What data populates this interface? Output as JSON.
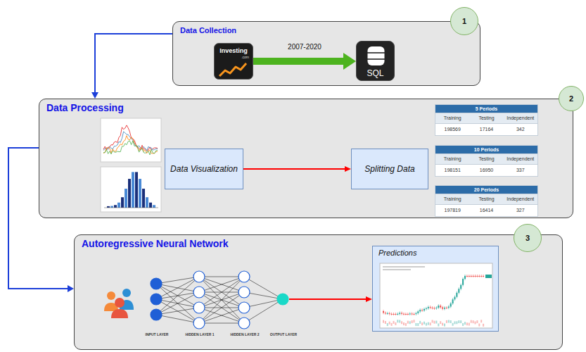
{
  "diagram": {
    "nodes": [
      {
        "text": [
          "Data Collection"
        ]
      },
      {
        "text": [
          "1"
        ]
      },
      {
        "text": [
          "Investing",
          ".com"
        ],
        "in": 0
      },
      {
        "text": [
          "SQL"
        ],
        "in": 0
      },
      {
        "text": [
          "Data Processing"
        ]
      },
      {
        "text": [
          "2"
        ]
      },
      {
        "text": [
          "Data Visualization"
        ],
        "in": 4
      },
      {
        "text": [
          "Splitting Data"
        ],
        "in": 4
      },
      {
        "text": [
          "Autoregressive Neural Network"
        ]
      },
      {
        "text": [
          "3"
        ]
      },
      {
        "text": [
          "Predictions"
        ],
        "in": 8
      }
    ],
    "edges": [
      {
        "from": 2,
        "to": 3,
        "arrow": "to",
        "label": "2007-2020"
      },
      {
        "from": 0,
        "to": 4,
        "arrow": "to"
      },
      {
        "from": 4,
        "to": 8,
        "arrow": "to"
      },
      {
        "from": 6,
        "to": 7,
        "arrow": "to"
      }
    ],
    "labels": [
      "5 Periods",
      "Training",
      "Testing",
      "Independent",
      "198569",
      "17164",
      "342",
      "10 Periods",
      "Training",
      "Testing",
      "Independent",
      "198151",
      "16950",
      "337",
      "20 Periods",
      "Training",
      "Testing",
      "Independent",
      "197819",
      "16414",
      "327",
      "INPUT LAYER",
      "HIDDEN LAYER 1",
      "HIDDEN LAYER 2",
      "OUTPUT LAYER"
    ]
  }
}
